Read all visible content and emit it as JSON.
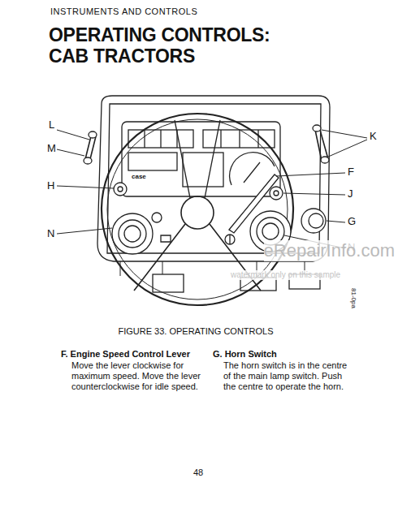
{
  "diagram": {
    "title": "OPERATING CONTROLS: CAB TRACTORS",
    "caption": "FIGURE 33. OPERATING CONTROLS",
    "labels": [
      "INSTRUMENTS AND CONTROLS",
      "L",
      "M",
      "H",
      "N",
      "K",
      "F",
      "J",
      "G",
      "N",
      "case",
      "81-0pa",
      "F. Engine Speed Control Lever",
      "Move the lever clockwise for maximum speed. Move the lever counterclockwise for idle speed.",
      "G. Horn Switch",
      "The horn switch is in the centre of the main lamp switch. Push the centre to operate the horn.",
      "48",
      "eRepairInfo.com",
      "watermark only on this sample"
    ]
  }
}
